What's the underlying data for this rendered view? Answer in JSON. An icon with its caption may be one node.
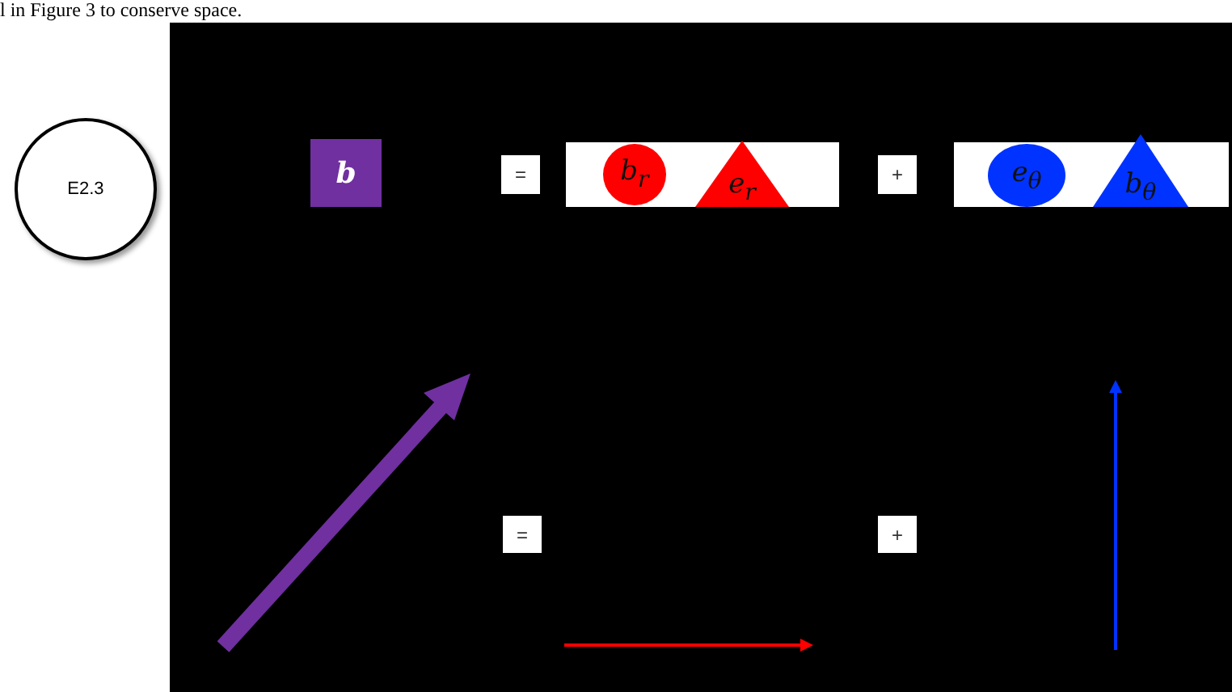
{
  "diagram": {
    "nodes": [
      {
        "text": [
          "E2.3"
        ]
      },
      {
        "text": [
          "b"
        ]
      },
      {
        "text": [
          "="
        ]
      },
      {
        "text": [],
        "shape": "box"
      },
      {
        "text": [
          "b$_{r}$"
        ],
        "in": 3
      },
      {
        "text": [
          "e$_{r}$"
        ],
        "in": 3
      },
      {
        "text": [
          "+"
        ]
      },
      {
        "text": [],
        "shape": "box"
      },
      {
        "text": [
          "e$_{θ}$"
        ],
        "in": 7
      },
      {
        "text": [
          "b$_{θ}$"
        ],
        "in": 7
      },
      {
        "text": [
          "="
        ]
      },
      {
        "text": [
          "+"
        ]
      }
    ],
    "edges": [],
    "labels": [
      "l in Figure 3 to conserve space."
    ]
  }
}
